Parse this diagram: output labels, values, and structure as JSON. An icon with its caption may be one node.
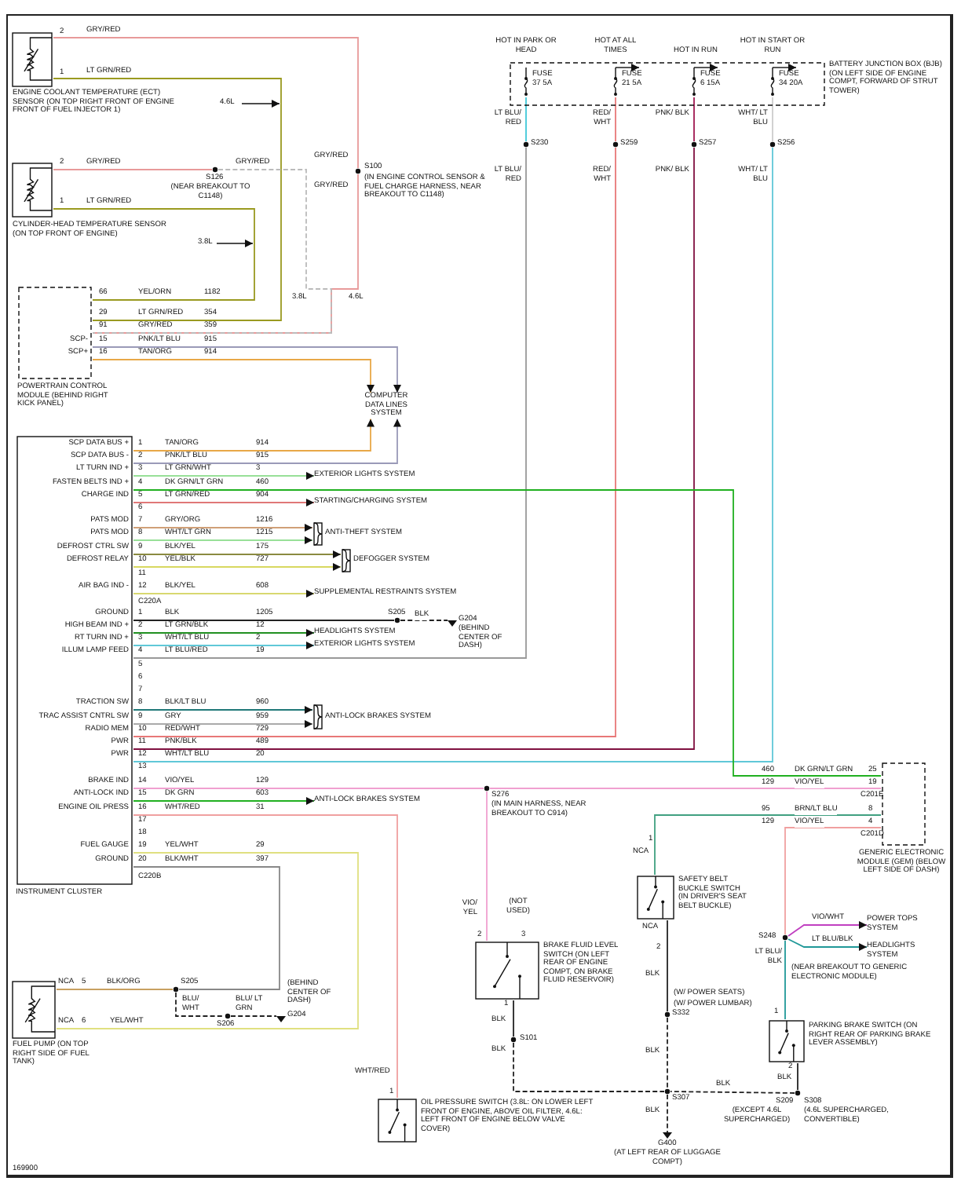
{
  "diagram": {
    "nodes": [
      {
        "text": [
          "ENGINE COOLANT TEMPERATURE (ECT) SENSOR (ON TOP RIGHT FRONT OF ENGINE FRONT OF FUEL INJECTOR 1)"
        ]
      },
      {
        "text": [
          "CYLINDER-HEAD TEMPERATURE SENSOR (ON TOP FRONT OF ENGINE)"
        ]
      },
      {
        "text": [
          "S100",
          "(IN ENGINE CONTROL SENSOR & FUEL CHARGE HARNESS, NEAR BREAKOUT TO C1148)"
        ]
      },
      {
        "text": [
          "S126",
          "(NEAR BREAKOUT TO C1148)"
        ]
      },
      {
        "text": [
          "POWERTRAIN CONTROL MODULE (BEHIND RIGHT KICK PANEL)"
        ]
      },
      {
        "text": [
          "COMPUTER DATA LINES SYSTEM"
        ]
      },
      {
        "text": [
          "BATTERY JUNCTION BOX (BJB) (ON LEFT SIDE OF ENGINE COMPT, FORWARD OF STRUT TOWER)"
        ]
      },
      {
        "text": [
          "FUSE 37 5A"
        ],
        "in": 6
      },
      {
        "text": [
          "FUSE 21 5A"
        ],
        "in": 6
      },
      {
        "text": [
          "FUSE 6 15A"
        ],
        "in": 6
      },
      {
        "text": [
          "FUSE 34 20A"
        ],
        "in": 6
      },
      {
        "text": [
          "S230"
        ]
      },
      {
        "text": [
          "S259"
        ]
      },
      {
        "text": [
          "S257"
        ]
      },
      {
        "text": [
          "S256"
        ]
      },
      {
        "text": [
          "INSTRUMENT CLUSTER"
        ]
      },
      {
        "text": [
          "EXTERIOR LIGHTS SYSTEM"
        ]
      },
      {
        "text": [
          "STARTING/CHARGING SYSTEM"
        ]
      },
      {
        "text": [
          "ANTI-THEFT SYSTEM"
        ]
      },
      {
        "text": [
          "DEFOGGER SYSTEM"
        ]
      },
      {
        "text": [
          "SUPPLEMENTAL RESTRAINTS SYSTEM"
        ]
      },
      {
        "text": [
          "S205"
        ]
      },
      {
        "text": [
          "G204",
          "(BEHIND CENTER OF DASH)"
        ]
      },
      {
        "text": [
          "HEADLIGHTS SYSTEM"
        ]
      },
      {
        "text": [
          "EXTERIOR LIGHTS SYSTEM"
        ]
      },
      {
        "text": [
          "ANTI-LOCK BRAKES SYSTEM"
        ]
      },
      {
        "text": [
          "ANTI-LOCK BRAKES SYSTEM"
        ]
      },
      {
        "text": [
          "GENERIC ELECTRONIC MODULE (GEM) (BELOW LEFT SIDE OF DASH)"
        ]
      },
      {
        "text": [
          "S276",
          "(IN MAIN HARNESS, NEAR BREAKOUT TO C914)"
        ]
      },
      {
        "text": [
          "SAFETY BELT BUCKLE SWITCH (IN DRIVER'S SEAT BELT BUCKLE)"
        ]
      },
      {
        "text": [
          "S248",
          "(NEAR BREAKOUT TO GENERIC ELECTRONIC MODULE)"
        ]
      },
      {
        "text": [
          "POWER TOPS SYSTEM"
        ]
      },
      {
        "text": [
          "HEADLIGHTS SYSTEM"
        ]
      },
      {
        "text": [
          "BRAKE FLUID LEVEL SWITCH (ON LEFT REAR OF ENGINE COMPT, ON BRAKE FLUID RESERVOIR)"
        ]
      },
      {
        "text": [
          "FUEL PUMP (ON TOP RIGHT SIDE OF FUEL TANK)"
        ]
      },
      {
        "text": [
          "S205"
        ]
      },
      {
        "text": [
          "S206"
        ]
      },
      {
        "text": [
          "G204"
        ],
        "beside": [
          "(BEHIND CENTER OF DASH)"
        ]
      },
      {
        "text": [
          "S101"
        ]
      },
      {
        "text": [
          "S332"
        ]
      },
      {
        "text": [
          "PARKING BRAKE SWITCH (ON RIGHT REAR OF PARKING BRAKE LEVER ASSEMBLY)"
        ]
      },
      {
        "text": [
          "S209",
          "S308",
          "(EXCEPT 4.6L SUPERCHARGED)",
          "(4.6L SUPERCHARGED, CONVERTIBLE)"
        ]
      },
      {
        "text": [
          "S307"
        ]
      },
      {
        "text": [
          "OIL PRESSURE SWITCH (3.8L: ON LOWER LEFT FRONT OF ENGINE, ABOVE OIL FILTER, 4.6L: LEFT FRONT OF ENGINE BELOW VALVE COVER)"
        ]
      },
      {
        "text": [
          "G400",
          "(AT LEFT REAR OF LUGGAGE COMPT)"
        ]
      }
    ],
    "edges": [
      {
        "from": 0,
        "to": 2,
        "arrow": "none",
        "label": "GRY/RED",
        "color": "#e89a9a"
      },
      {
        "from": 0,
        "to": 4,
        "arrow": "none",
        "label": "LT GRN/RED",
        "color": "#9a9a20"
      },
      {
        "from": 1,
        "to": 3,
        "arrow": "none",
        "label": "GRY/RED",
        "color": "#e89a9a"
      },
      {
        "from": 1,
        "to": 4,
        "arrow": "none",
        "label": "LT GRN/RED",
        "color": "#9a9a20"
      },
      {
        "from": 2,
        "to": 4,
        "arrow": "none",
        "label": "GRY/RED",
        "color": "#e89a9a"
      },
      {
        "from": 3,
        "to": 4,
        "arrow": "none",
        "label": "GRY/RED",
        "style": "dashed",
        "color": "#bbbbbb"
      },
      {
        "from": 4,
        "to": 5,
        "arrow": "to",
        "label": "PNK/LT BLU",
        "color": "#9a9ab8"
      },
      {
        "from": 4,
        "to": 5,
        "arrow": "to",
        "label": "TAN/ORG",
        "color": "#e8a848"
      },
      {
        "from": 15,
        "to": 5,
        "arrow": "to",
        "label": "TAN/ORG",
        "color": "#e8a848"
      },
      {
        "from": 15,
        "to": 5,
        "arrow": "to",
        "label": "PNK/LT BLU",
        "color": "#9a9ab8"
      },
      {
        "from": 7,
        "to": 11,
        "arrow": "none",
        "label": "LT BLU/ RED",
        "color": "#40c8d8"
      },
      {
        "from": 8,
        "to": 12,
        "arrow": "none",
        "label": "RED/ WHT",
        "color": "#e87878"
      },
      {
        "from": 9,
        "to": 13,
        "arrow": "none",
        "label": "PNK/ BLK",
        "color": "#a01850"
      },
      {
        "from": 10,
        "to": 14,
        "arrow": "none",
        "label": "WHT/ LT BLU",
        "color": "#cccccc"
      },
      {
        "from": 11,
        "to": 15,
        "arrow": "none",
        "label": "LT BLU/RED",
        "color": "#999999"
      },
      {
        "from": 12,
        "to": 15,
        "arrow": "none",
        "label": "RED/WHT",
        "color": "#e87878"
      },
      {
        "from": 13,
        "to": 15,
        "arrow": "none",
        "label": "PNK/BLK",
        "color": "#801040"
      },
      {
        "from": 14,
        "to": 15,
        "arrow": "none",
        "label": "WHT/LT BLU",
        "color": "#60c8d8"
      },
      {
        "from": 15,
        "to": 16,
        "arrow": "to",
        "label": "LT GRN/WHT",
        "color": "#98e098"
      },
      {
        "from": 15,
        "to": 27,
        "arrow": "none",
        "label": "DK GRN/LT GRN",
        "color": "#20b020"
      },
      {
        "from": 15,
        "to": 17,
        "arrow": "to",
        "label": "LT GRN/RED",
        "color": "#e07878"
      },
      {
        "from": 15,
        "to": 18,
        "arrow": "to",
        "label": "GRY/ORG",
        "color": "#d0a078"
      },
      {
        "from": 15,
        "to": 18,
        "arrow": "to",
        "label": "WHT/LT GRN",
        "color": "#98e098"
      },
      {
        "from": 15,
        "to": 19,
        "arrow": "to",
        "label": "BLK/YEL",
        "color": "#8a8a40"
      },
      {
        "from": 15,
        "to": 19,
        "arrow": "to",
        "label": "YEL/BLK",
        "color": "#d8d860"
      },
      {
        "from": 15,
        "to": 20,
        "arrow": "to",
        "label": "BLK/YEL",
        "color": "#d8d870"
      },
      {
        "from": 15,
        "to": 21,
        "arrow": "none",
        "label": "BLK"
      },
      {
        "from": 21,
        "to": 22,
        "arrow": "none",
        "label": "BLK",
        "style": "dashed"
      },
      {
        "from": 15,
        "to": 23,
        "arrow": "to",
        "label": "LT GRN/BLK",
        "color": "#209020"
      },
      {
        "from": 15,
        "to": 24,
        "arrow": "to",
        "label": "WHT/LT BLU",
        "color": "#60c8d8"
      },
      {
        "from": 15,
        "to": 25,
        "arrow": "to",
        "label": "BLK/LT BLU",
        "color": "#207878"
      },
      {
        "from": 15,
        "to": 25,
        "arrow": "to",
        "label": "GRY",
        "color": "#aaaaaa"
      },
      {
        "from": 15,
        "to": 28,
        "arrow": "none",
        "label": "VIO/YEL",
        "color": "#f0a0d0"
      },
      {
        "from": 15,
        "to": 26,
        "arrow": "to",
        "label": "DK GRN",
        "color": "#20b020"
      },
      {
        "from": 15,
        "to": 43,
        "arrow": "none",
        "label": "WHT/RED",
        "color": "#f0a0a0"
      },
      {
        "from": 15,
        "to": 34,
        "arrow": "none",
        "label": "YEL/WHT",
        "color": "#e0e080"
      },
      {
        "from": 15,
        "to": 35,
        "arrow": "none",
        "label": "BLK/WHT",
        "color": "#888888"
      },
      {
        "from": 28,
        "to": 27,
        "arrow": "none",
        "label": "VIO/YEL",
        "color": "#f0a0d0"
      },
      {
        "from": 28,
        "to": 33,
        "arrow": "none",
        "label": "VIO/ YEL",
        "color": "#f0a0d0"
      },
      {
        "from": 27,
        "to": 29,
        "arrow": "none",
        "label": "BRN/LT BLU",
        "color": "#40a080"
      },
      {
        "from": 27,
        "to": 30,
        "arrow": "none",
        "label": "VIO/YEL",
        "color": "#f0a0a0"
      },
      {
        "from": 30,
        "to": 31,
        "arrow": "to",
        "label": "VIO/WHT",
        "color": "#c040c0"
      },
      {
        "from": 30,
        "to": 32,
        "arrow": "to",
        "label": "LT BLU/BLK",
        "color": "#209898"
      },
      {
        "from": 30,
        "to": 40,
        "arrow": "none",
        "label": "LT BLU/ BLK",
        "color": "#209898"
      },
      {
        "from": 34,
        "to": 35,
        "arrow": "none",
        "label": "BLK/ORG",
        "color": "#c8a060"
      },
      {
        "from": 35,
        "to": 36,
        "arrow": "none",
        "label": "BLU/ WHT",
        "style": "dashed"
      },
      {
        "from": 36,
        "to": 37,
        "arrow": "none",
        "label": "BLU/ LT GRN",
        "style": "dashed"
      },
      {
        "from": 33,
        "to": 38,
        "arrow": "none",
        "label": "BLK"
      },
      {
        "from": 38,
        "to": 42,
        "arrow": "none",
        "label": "BLK",
        "style": "dashed"
      },
      {
        "from": 29,
        "to": 39,
        "arrow": "none",
        "label": "BLK"
      },
      {
        "from": 39,
        "to": 42,
        "arrow": "none",
        "label": "BLK",
        "style": "dashed"
      },
      {
        "from": 40,
        "to": 41,
        "arrow": "none",
        "label": "BLK"
      },
      {
        "from": 41,
        "to": 42,
        "arrow": "none",
        "label": "BLK",
        "style": "dashed"
      },
      {
        "from": 42,
        "to": 44,
        "arrow": "none",
        "label": "BLK",
        "style": "dashed"
      }
    ],
    "labels": [
      "2",
      "1",
      "4.6L",
      "2",
      "1",
      "3.8L",
      "GRY/RED",
      "3.8L",
      "4.6L",
      "66",
      "YEL/ORN",
      "1182",
      "29",
      "LT GRN/RED",
      "354",
      "91",
      "GRY/RED",
      "359",
      "SCP-",
      "15",
      "915",
      "SCP+",
      "16",
      "914",
      "HOT IN PARK OR HEAD",
      "HOT AT ALL TIMES",
      "HOT IN RUN",
      "HOT IN START OR RUN",
      "LT BLU/ RED",
      "RED/ WHT",
      "PNK/ BLK",
      "WHT/ LT BLU",
      "SCP DATA BUS +",
      "1",
      "914",
      "SCP DATA BUS -",
      "2",
      "915",
      "LT TURN IND +",
      "3",
      "3",
      "FASTEN BELTS IND +",
      "4",
      "460",
      "CHARGE IND",
      "5",
      "904",
      "6",
      "PATS MOD",
      "7",
      "1216",
      "PATS MOD",
      "8",
      "1215",
      "DEFROST CTRL SW",
      "9",
      "175",
      "DEFROST RELAY",
      "10",
      "727",
      "11",
      "AIR BAG IND -",
      "12",
      "608",
      "C220A",
      "GROUND",
      "1",
      "1205",
      "HIGH BEAM IND +",
      "2",
      "12",
      "RT TURN IND +",
      "3",
      "2",
      "ILLUM LAMP FEED",
      "4",
      "19",
      "5",
      "6",
      "7",
      "TRACTION SW",
      "8",
      "960",
      "TRAC ASSIST CNTRL SW",
      "9",
      "959",
      "RADIO MEM",
      "10",
      "729",
      "PWR",
      "11",
      "489",
      "PWR",
      "12",
      "20",
      "13",
      "BRAKE IND",
      "14",
      "129",
      "ANTI-LOCK IND",
      "15",
      "603",
      "ENGINE OIL PRESS",
      "16",
      "31",
      "17",
      "18",
      "FUEL GAUGE",
      "19",
      "29",
      "GROUND",
      "20",
      "397",
      "C220B",
      "460",
      "DK GRN/LT GRN",
      "25",
      "129",
      "19",
      "C201E",
      "95",
      "8",
      "129",
      "4",
      "C201D",
      "NCA",
      "5",
      "NCA",
      "6",
      "YEL/WHT",
      "WHT/RED",
      "1",
      "(NOT USED)",
      "2",
      "3",
      "1",
      "1",
      "NCA",
      "NCA",
      "2",
      "(W/ POWER SEATS)",
      "(W/ POWER LUMBAR)",
      "1",
      "2",
      "169900"
    ]
  }
}
